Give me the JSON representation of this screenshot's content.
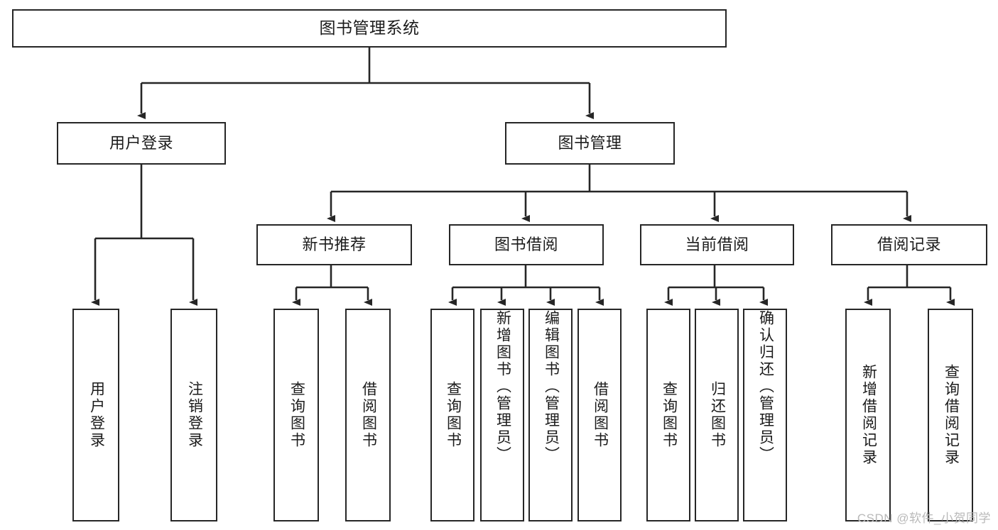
{
  "diagram": {
    "title": "图书管理系统",
    "type": "tree-hierarchy-chart",
    "stroke_color": "#262626",
    "background_color": "#ffffff",
    "text_color": "#1b1b1b"
  },
  "nodes": {
    "root": {
      "label": "图书管理系统"
    },
    "level1": [
      {
        "id": "user-login",
        "label": "用户登录"
      },
      {
        "id": "book-management",
        "label": "图书管理"
      }
    ],
    "level2": [
      {
        "id": "new-book-recommend",
        "label": "新书推荐"
      },
      {
        "id": "book-borrow",
        "label": "图书借阅"
      },
      {
        "id": "current-borrow",
        "label": "当前借阅"
      },
      {
        "id": "borrow-record",
        "label": "借阅记录"
      }
    ],
    "leaves": {
      "user_login": [
        {
          "id": "leaf-user-login",
          "label": "用户登录"
        },
        {
          "id": "leaf-logout-login",
          "label": "注销登录"
        }
      ],
      "new_book_recommend": [
        {
          "id": "leaf-query-book-1",
          "label": "查询图书"
        },
        {
          "id": "leaf-borrow-book-1",
          "label": "借阅图书"
        }
      ],
      "book_borrow": [
        {
          "id": "leaf-query-book-2",
          "label": "查询图书"
        },
        {
          "id": "leaf-add-book",
          "label": "新增图书（管理员）"
        },
        {
          "id": "leaf-edit-book",
          "label": "编辑图书（管理员）"
        },
        {
          "id": "leaf-borrow-book-2",
          "label": "借阅图书"
        }
      ],
      "current_borrow": [
        {
          "id": "leaf-query-book-3",
          "label": "查询图书"
        },
        {
          "id": "leaf-return-book",
          "label": "归还图书"
        },
        {
          "id": "leaf-confirm-return",
          "label": "确认归还（管理员）"
        }
      ],
      "borrow_record": [
        {
          "id": "leaf-add-record",
          "label": "新增借阅记录"
        },
        {
          "id": "leaf-query-record",
          "label": "查询借阅记录"
        }
      ]
    }
  },
  "watermark": {
    "text": "CSDN @软件_小贺同学"
  }
}
